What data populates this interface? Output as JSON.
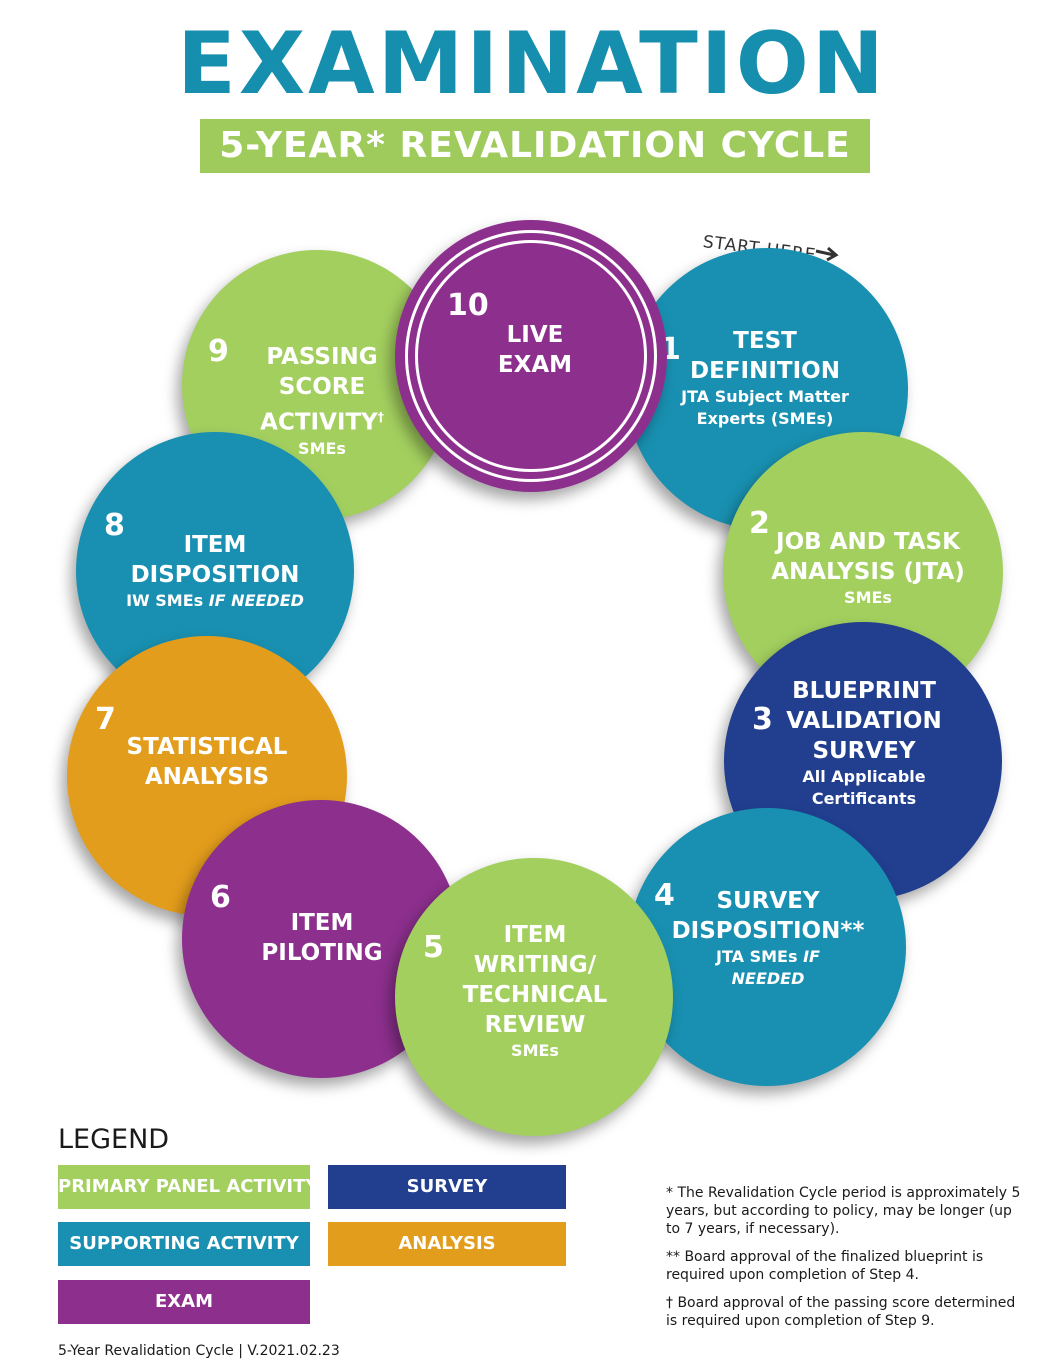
{
  "header": {
    "title": "EXAMINATION",
    "subtitle": "5-YEAR* REVALIDATION CYCLE",
    "start_label": "START HERE"
  },
  "colors": {
    "primary_panel": "#a3cf5f",
    "supporting": "#1990b1",
    "survey": "#213e8f",
    "analysis": "#e39d1c",
    "exam": "#8c2f8d",
    "title": "#168ead"
  },
  "steps": {
    "s1": {
      "num": "1",
      "line1": "TEST",
      "line2": "DEFINITION",
      "sub1": "JTA Subject Matter",
      "sub2": "Experts (SMEs)"
    },
    "s2": {
      "num": "2",
      "line1": "JOB AND TASK",
      "line2": "ANALYSIS (JTA)",
      "sub1": "SMEs"
    },
    "s3": {
      "num": "3",
      "line1": "BLUEPRINT",
      "line2": "VALIDATION",
      "line3": "SURVEY",
      "sub1": "All Applicable",
      "sub2": "Certificants"
    },
    "s4": {
      "num": "4",
      "line1": "SURVEY",
      "line2": "DISPOSITION**",
      "sub1a": "JTA SMEs ",
      "sub1b": "IF",
      "sub2": "NEEDED"
    },
    "s5": {
      "num": "5",
      "line1": "ITEM",
      "line2": "WRITING/",
      "line3": "TECHNICAL",
      "line4": "REVIEW",
      "sub1": "SMEs"
    },
    "s6": {
      "num": "6",
      "line1": "ITEM",
      "line2": "PILOTING"
    },
    "s7": {
      "num": "7",
      "line1": "STATISTICAL",
      "line2": "ANALYSIS"
    },
    "s8": {
      "num": "8",
      "line1": "ITEM",
      "line2": "DISPOSITION",
      "sub1a": "IW SMEs ",
      "sub1b": "IF NEEDED"
    },
    "s9": {
      "num": "9",
      "line1": "PASSING",
      "line2": "SCORE",
      "line3": "ACTIVITY",
      "mark": "†",
      "sub1": "SMEs"
    },
    "s10": {
      "num": "10",
      "line1": "LIVE",
      "line2": "EXAM"
    }
  },
  "legend": {
    "title": "LEGEND",
    "primary": "PRIMARY PANEL ACTIVITY",
    "supporting": "SUPPORTING ACTIVITY",
    "exam": "EXAM",
    "survey": "SURVEY",
    "analysis": "ANALYSIS"
  },
  "notes": {
    "n1": "* The Revalidation Cycle period is approximately 5 years, but according to policy, may be longer (up to 7 years, if necessary).",
    "n2": "** Board approval of the finalized blueprint is required upon completion of Step 4.",
    "n3": "† Board approval of the passing score determined is required upon completion of Step 9."
  },
  "footer": {
    "version": "5-Year Revalidation Cycle | V.2021.02.23"
  }
}
